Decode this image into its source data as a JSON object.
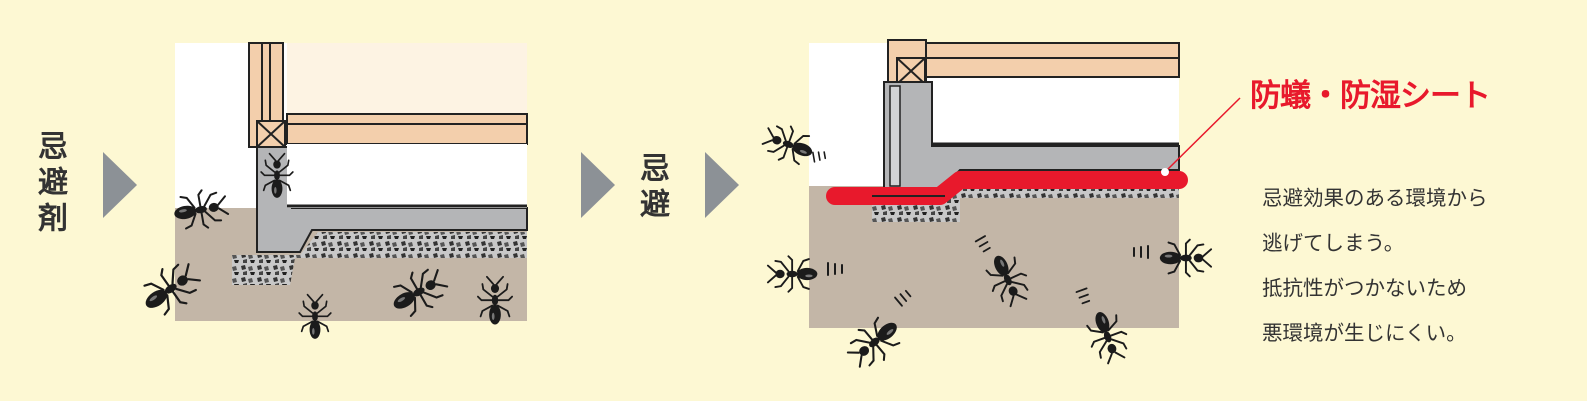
{
  "labels": {
    "left": "忌避剤",
    "middle": "忌避"
  },
  "callout": "防蟻・防湿シート",
  "description": [
    "忌避効果のある環境から",
    "逃げてしまう。",
    "抵抗性がつかないため",
    "悪環境が生じにくい。"
  ],
  "colors": {
    "background": "#fdf8d3",
    "soil": "#c3b6a7",
    "concrete": "#b4b5b7",
    "wood": "#f3cfac",
    "sheet": "#e8192c",
    "arrow": "#8c9196",
    "ant": "#1b1b1b"
  }
}
